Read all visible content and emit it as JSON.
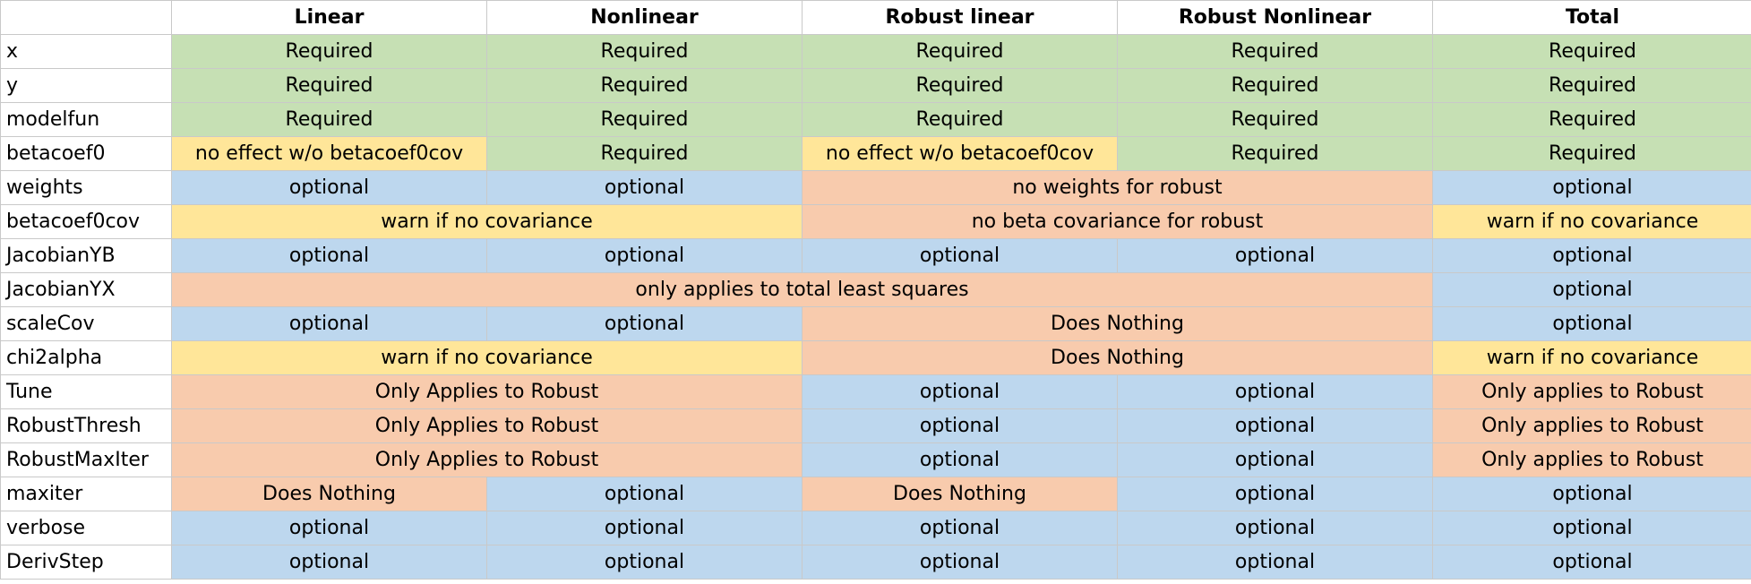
{
  "header": {
    "corner": "",
    "linear": "Linear",
    "nonlinear": "Nonlinear",
    "robust_linear": "Robust linear",
    "robust_nonlinear": "Robust Nonlinear",
    "total": "Total"
  },
  "legend_colors": {
    "required": "#c6e0b4",
    "optional": "#bdd7ee",
    "warning": "#ffe699",
    "not_applicable": "#f8cbad"
  },
  "rows": {
    "x": {
      "label": "x",
      "linear": "Required",
      "nonlinear": "Required",
      "robust_linear": "Required",
      "robust_nonlinear": "Required",
      "total": "Required"
    },
    "y": {
      "label": "y",
      "linear": "Required",
      "nonlinear": "Required",
      "robust_linear": "Required",
      "robust_nonlinear": "Required",
      "total": "Required"
    },
    "modelfun": {
      "label": "modelfun",
      "linear": "Required",
      "nonlinear": "Required",
      "robust_linear": "Required",
      "robust_nonlinear": "Required",
      "total": "Required"
    },
    "betacoef0": {
      "label": "betacoef0",
      "linear": "no effect w/o betacoef0cov",
      "nonlinear": "Required",
      "robust_linear": "no effect w/o betacoef0cov",
      "robust_nonlinear": "Required",
      "total": "Required"
    },
    "weights": {
      "label": "weights",
      "linear": "optional",
      "nonlinear": "optional",
      "robust": "no weights for robust",
      "total": "optional"
    },
    "betacoef0cov": {
      "label": "betacoef0cov",
      "standard": "warn if no covariance",
      "robust": "no beta covariance for robust",
      "total": "warn if no covariance"
    },
    "jacobianyb": {
      "label": "JacobianYB",
      "linear": "optional",
      "nonlinear": "optional",
      "robust_linear": "optional",
      "robust_nonlinear": "optional",
      "total": "optional"
    },
    "jacobianyx": {
      "label": "JacobianYX",
      "non_total": "only applies to total least squares",
      "total": "optional"
    },
    "scalecov": {
      "label": "scaleCov",
      "linear": "optional",
      "nonlinear": "optional",
      "robust": "Does Nothing",
      "total": "optional"
    },
    "chi2alpha": {
      "label": "chi2alpha",
      "standard": "warn if no covariance",
      "robust": "Does Nothing",
      "total": "warn if no covariance"
    },
    "tune": {
      "label": "Tune",
      "standard": "Only Applies to Robust",
      "robust_linear": "optional",
      "robust_nonlinear": "optional",
      "total": "Only applies to Robust"
    },
    "robustthresh": {
      "label": "RobustThresh",
      "standard": "Only Applies to Robust",
      "robust_linear": "optional",
      "robust_nonlinear": "optional",
      "total": "Only applies to Robust"
    },
    "robustmaxiter": {
      "label": "RobustMaxIter",
      "standard": "Only Applies to Robust",
      "robust_linear": "optional",
      "robust_nonlinear": "optional",
      "total": "Only applies to Robust"
    },
    "maxiter": {
      "label": "maxiter",
      "linear": "Does Nothing",
      "nonlinear": "optional",
      "robust_linear": "Does Nothing",
      "robust_nonlinear": "optional",
      "total": "optional"
    },
    "verbose": {
      "label": "verbose",
      "linear": "optional",
      "nonlinear": "optional",
      "robust_linear": "optional",
      "robust_nonlinear": "optional",
      "total": "optional"
    },
    "derivstep": {
      "label": "DerivStep",
      "linear": "optional",
      "nonlinear": "optional",
      "robust_linear": "optional",
      "robust_nonlinear": "optional",
      "total": "optional"
    }
  }
}
